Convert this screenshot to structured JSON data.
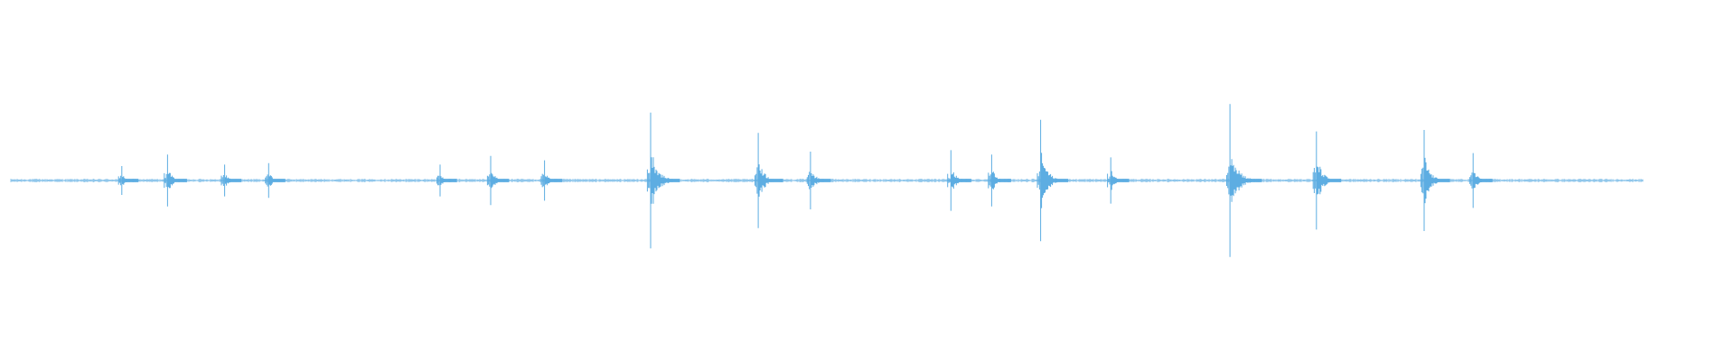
{
  "chart_data": {
    "type": "line",
    "title": "",
    "xlabel": "",
    "ylabel": "",
    "grid": false,
    "legend": "none",
    "color": "#5dade2",
    "ylim": [
      -1,
      1
    ],
    "x_range": [
      0,
      1
    ],
    "baseline_amplitude": 0.012,
    "bursts": [
      {
        "t": 0.068,
        "amp": 0.1
      },
      {
        "t": 0.096,
        "amp": 0.18
      },
      {
        "t": 0.131,
        "amp": 0.11
      },
      {
        "t": 0.158,
        "amp": 0.12
      },
      {
        "t": 0.263,
        "amp": 0.11
      },
      {
        "t": 0.294,
        "amp": 0.17
      },
      {
        "t": 0.327,
        "amp": 0.14
      },
      {
        "t": 0.392,
        "amp": 0.47
      },
      {
        "t": 0.458,
        "amp": 0.33
      },
      {
        "t": 0.49,
        "amp": 0.2
      },
      {
        "t": 0.576,
        "amp": 0.21
      },
      {
        "t": 0.601,
        "amp": 0.18
      },
      {
        "t": 0.631,
        "amp": 0.42
      },
      {
        "t": 0.674,
        "amp": 0.16
      },
      {
        "t": 0.747,
        "amp": 0.53
      },
      {
        "t": 0.8,
        "amp": 0.34
      },
      {
        "t": 0.866,
        "amp": 0.35
      },
      {
        "t": 0.896,
        "amp": 0.19
      }
    ]
  }
}
